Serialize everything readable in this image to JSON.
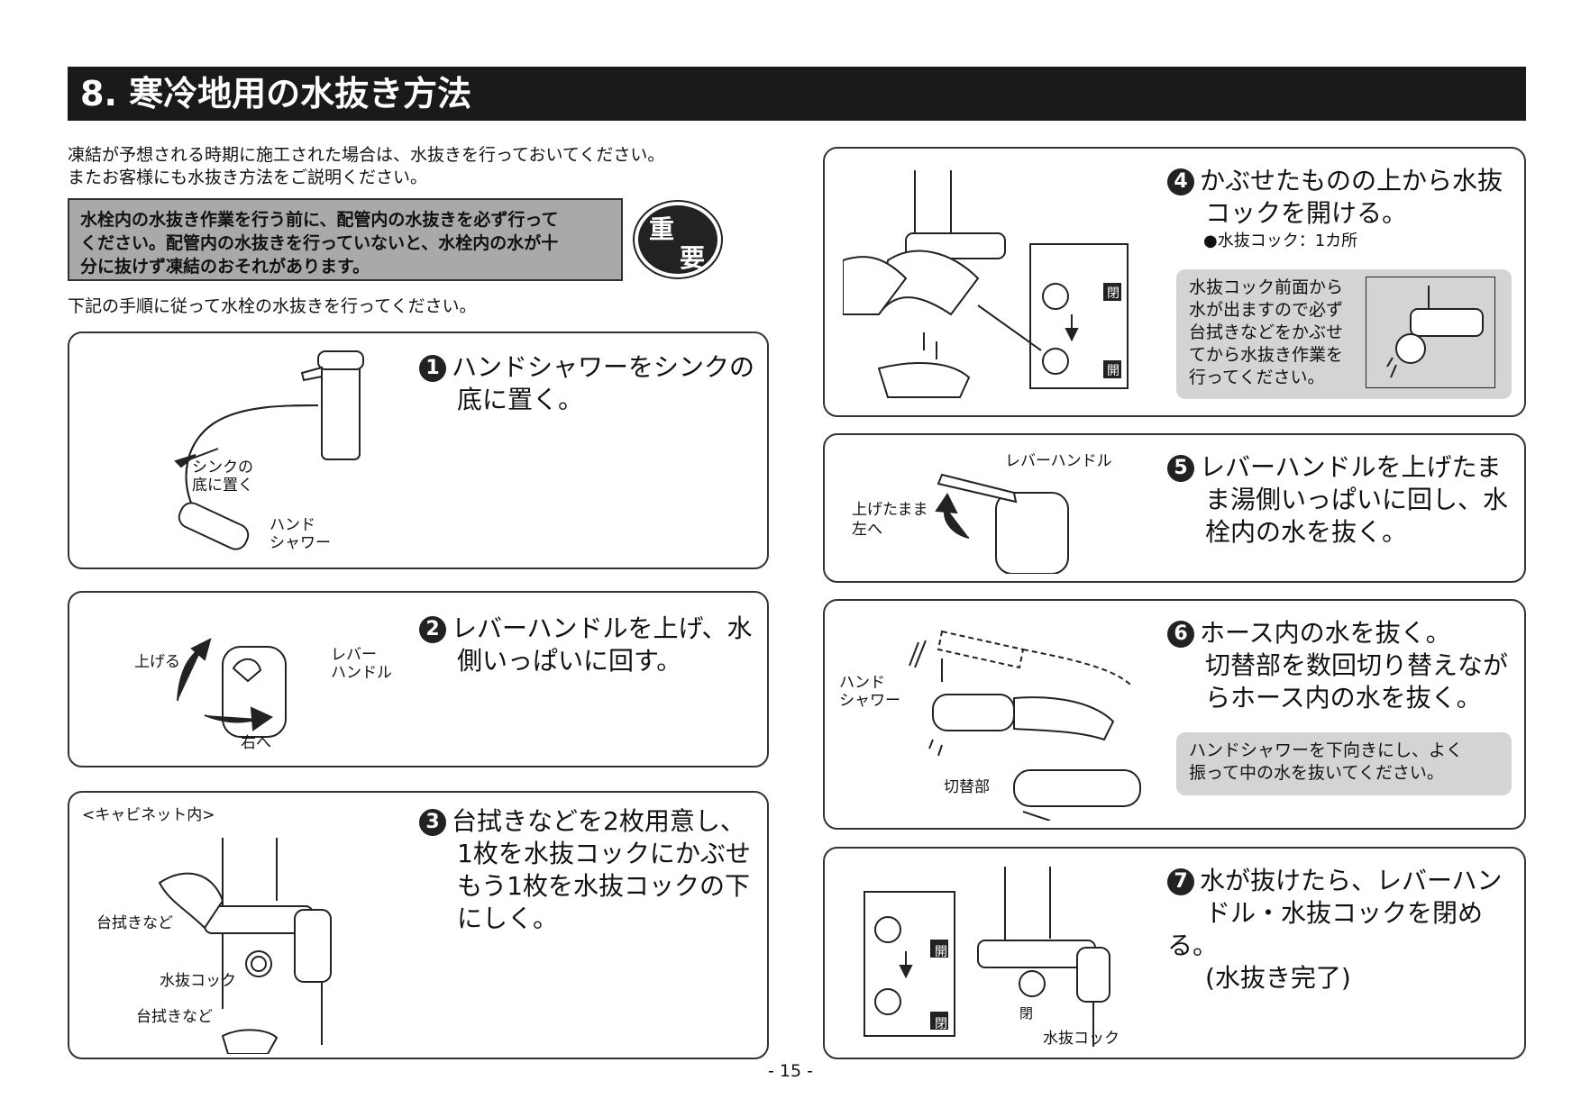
{
  "title": "8. 寒冷地用の水抜き方法",
  "intro": {
    "line1": "凍結が予想される時期に施工された場合は、水抜きを行っておいてください。",
    "line2": "またお客様にも水抜き方法をご説明ください。"
  },
  "warning": {
    "line1": "水栓内の水抜き作業を行う前に、配管内の水抜きを必ず行って",
    "line2": "ください。配管内の水抜きを行っていないと、水栓内の水が十",
    "line3": "分に抜けず凍結のおそれがあります。",
    "badge_top": "重",
    "badge_bottom": "要"
  },
  "after_warning": "下記の手順に従って水栓の水抜きを行ってください。",
  "steps": [
    {
      "num": "1",
      "line1": "ハンドシャワーをシンクの",
      "line2": "底に置く。",
      "captions": {
        "sink": "シンクの",
        "sink2": "底に置く",
        "hand": "ハンド",
        "hand2": "シャワー"
      }
    },
    {
      "num": "2",
      "line1": "レバーハンドルを上げ、水",
      "line2": "側いっぱいに回す。",
      "captions": {
        "up": "上げる",
        "lever": "レバー",
        "lever2": "ハンドル",
        "right": "右へ"
      }
    },
    {
      "num": "3",
      "line1": "台拭きなどを2枚用意し、",
      "line2": "1枚を水抜コックにかぶせ",
      "line3": "もう1枚を水抜コックの下",
      "line4": "にしく。",
      "captions": {
        "cabinet": "<キャビネット内>",
        "cloth1": "台拭きなど",
        "cock": "水抜コック",
        "cloth2": "台拭きなど"
      }
    },
    {
      "num": "4",
      "line1": "かぶせたものの上から水抜",
      "line2": "コックを開ける。",
      "sub": "●水抜コック：1カ所",
      "note": [
        "水抜コック前面から",
        "水が出ますので必ず",
        "台拭きなどをかぶせ",
        "てから水抜き作業を",
        "行ってください。"
      ],
      "captions": {
        "closed": "閉",
        "open": "開"
      }
    },
    {
      "num": "5",
      "line1": "レバーハンドルを上げたま",
      "line2": "ま湯側いっぱいに回し、水",
      "line3": "栓内の水を抜く。",
      "captions": {
        "lever": "レバーハンドル",
        "up": "上げたまま",
        "left": "左へ"
      }
    },
    {
      "num": "6",
      "line1": "ホース内の水を抜く。",
      "line2": "切替部を数回切り替えなが",
      "line3": "らホース内の水を抜く。",
      "note": [
        "ハンドシャワーを下向きにし、よく",
        "振って中の水を抜いてください。"
      ],
      "captions": {
        "hand": "ハンド",
        "hand2": "シャワー",
        "switch": "切替部"
      }
    },
    {
      "num": "7",
      "line1": "水が抜けたら、レバーハン",
      "line2": "ドル・水抜コックを閉める。",
      "line3": "(水抜き完了)",
      "captions": {
        "open": "開",
        "closed": "閉",
        "closed2": "閉",
        "cock": "水抜コック"
      }
    }
  ],
  "page_number": "- 15 -"
}
